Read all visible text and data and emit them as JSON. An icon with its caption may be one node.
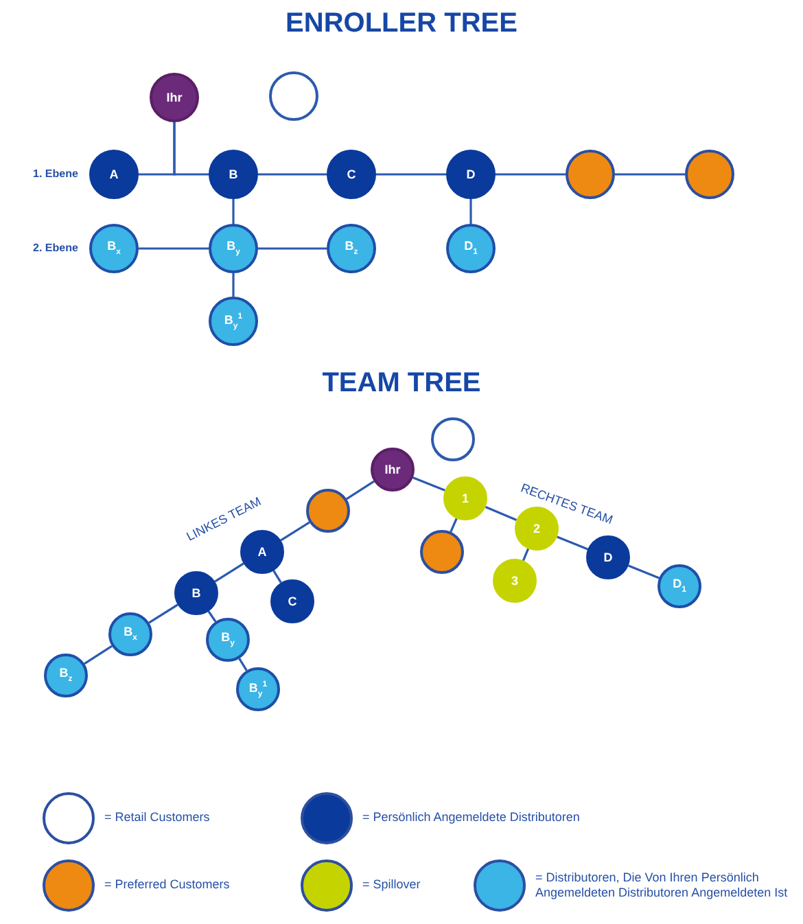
{
  "diagram": {
    "title": "ENROLLER TREE",
    "nodes": [
      {
        "text": [
          "Ihr"
        ]
      },
      {
        "text": [],
        "shape": "circle"
      },
      {
        "text": [
          "A"
        ]
      },
      {
        "text": [
          "B"
        ]
      },
      {
        "text": [
          "C"
        ]
      },
      {
        "text": [
          "D"
        ]
      },
      {
        "text": [],
        "shape": "circle"
      },
      {
        "text": [],
        "shape": "circle"
      },
      {
        "text": [
          "B$_{x}$"
        ]
      },
      {
        "text": [
          "B$_{y}$"
        ]
      },
      {
        "text": [
          "B$_{z}$"
        ]
      },
      {
        "text": [
          "D$_{1}$"
        ]
      },
      {
        "text": [
          "B$_{y}$$^{1}$"
        ]
      },
      {
        "text": [
          "Ihr"
        ]
      },
      {
        "text": [],
        "shape": "circle"
      },
      {
        "text": [],
        "shape": "circle"
      },
      {
        "text": [
          "1"
        ]
      },
      {
        "text": [
          "2"
        ]
      },
      {
        "text": [],
        "shape": "circle"
      },
      {
        "text": [
          "A"
        ]
      },
      {
        "text": [
          "D"
        ]
      },
      {
        "text": [
          "3"
        ]
      },
      {
        "text": [
          "D$_{1}$"
        ]
      },
      {
        "text": [
          "B"
        ]
      },
      {
        "text": [
          "C"
        ]
      },
      {
        "text": [
          "B$_{x}$"
        ]
      },
      {
        "text": [
          "B$_{y}$"
        ]
      },
      {
        "text": [
          "B$_{z}$"
        ]
      },
      {
        "text": [
          "B$_{y}$$^{1}$"
        ]
      }
    ],
    "edges": [
      {
        "from": 0,
        "to": 2,
        "arrow": "none"
      },
      {
        "from": 0,
        "to": 3,
        "arrow": "none"
      },
      {
        "from": 3,
        "to": 4,
        "arrow": "none"
      },
      {
        "from": 4,
        "to": 5,
        "arrow": "none"
      },
      {
        "from": 5,
        "to": 6,
        "arrow": "none"
      },
      {
        "from": 6,
        "to": 7,
        "arrow": "none"
      },
      {
        "from": 3,
        "to": 9,
        "arrow": "none"
      },
      {
        "from": 9,
        "to": 8,
        "arrow": "none"
      },
      {
        "from": 9,
        "to": 10,
        "arrow": "none"
      },
      {
        "from": 9,
        "to": 12,
        "arrow": "none"
      },
      {
        "from": 5,
        "to": 11,
        "arrow": "none"
      },
      {
        "from": 13,
        "to": 15,
        "arrow": "none"
      },
      {
        "from": 15,
        "to": 19,
        "arrow": "none"
      },
      {
        "from": 19,
        "to": 23,
        "arrow": "none"
      },
      {
        "from": 19,
        "to": 24,
        "arrow": "none"
      },
      {
        "from": 23,
        "to": 25,
        "arrow": "none"
      },
      {
        "from": 25,
        "to": 27,
        "arrow": "none"
      },
      {
        "from": 23,
        "to": 26,
        "arrow": "none"
      },
      {
        "from": 26,
        "to": 28,
        "arrow": "none"
      },
      {
        "from": 13,
        "to": 16,
        "arrow": "none"
      },
      {
        "from": 16,
        "to": 18,
        "arrow": "none"
      },
      {
        "from": 16,
        "to": 17,
        "arrow": "none"
      },
      {
        "from": 17,
        "to": 21,
        "arrow": "none"
      },
      {
        "from": 17,
        "to": 20,
        "arrow": "none"
      },
      {
        "from": 20,
        "to": 22,
        "arrow": "none"
      }
    ],
    "labels": [
      "1. Ebene",
      "2. Ebene",
      "TEAM TREE",
      "LINKES TEAM",
      "RECHTES TEAM"
    ],
    "legend": [
      {
        "text": "= Retail Customers",
        "color": "#ffffff"
      },
      {
        "text": "= Persönlich Angemeldete Distributoren",
        "color": "#0a3a9c"
      },
      {
        "text": "= Preferred Customers",
        "color": "#ee8a12"
      },
      {
        "text": "= Spillover",
        "color": "#c5d400"
      },
      {
        "text": "= Distributoren, Die Von Ihren Persönlich Angemeldeten Distributoren Angemeldeten Ist",
        "color": "#3bb4e6"
      }
    ]
  }
}
